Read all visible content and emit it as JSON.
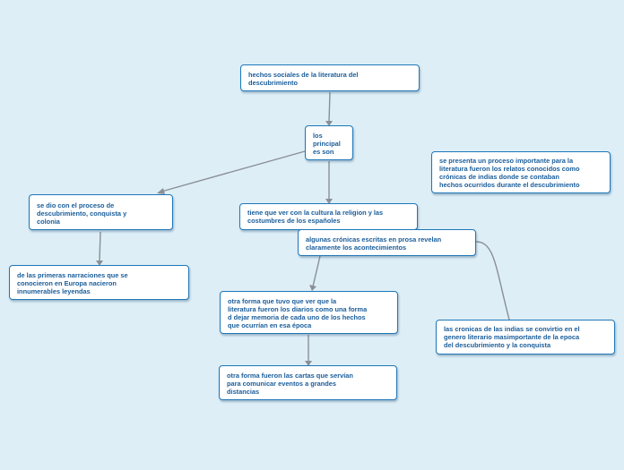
{
  "nodes": {
    "root": "hechos sociales de la literatura del\ndescubrimiento",
    "principales": "los\nprincipal\nes son",
    "colonia": "se dio con el proceso de\ndescubrimiento, conquista y\ncolonia",
    "leyendas": "de las primeras narraciones que se\nconocieron en Europa nacieron\ninnumerables leyendas",
    "cultura": "tiene que ver con la cultura la religion y las\ncostumbres de los españoles",
    "cronicas_prosa": "algunas crónicas escritas en prosa revelan\nclaramente los acontecimientos",
    "diarios": "otra forma que tuvo que ver que la\nliteratura fueron los diarios como una forma\nd dejar memoria de cada uno de los hechos\nque ocurrían en esa época",
    "cartas": "otra forma fueron las cartas que servían\npara comunicar eventos a grandes\ndistancias",
    "relatos": "se  presenta un proceso importante para la\nliteratura fueron los relatos conocidos como\ncrónicas de indias donde se contaban\nhechos ocurridos durante el descubrimiento",
    "genero": "las cronicas de las indias se convirtio en el\ngenero literario masimportante de la epoca\ndel descubrimiento y la conquista"
  },
  "colors": {
    "background": "#ddeef6",
    "node_border": "#1d77b9",
    "node_text": "#1a5d9a",
    "connector": "#8a8f96"
  }
}
